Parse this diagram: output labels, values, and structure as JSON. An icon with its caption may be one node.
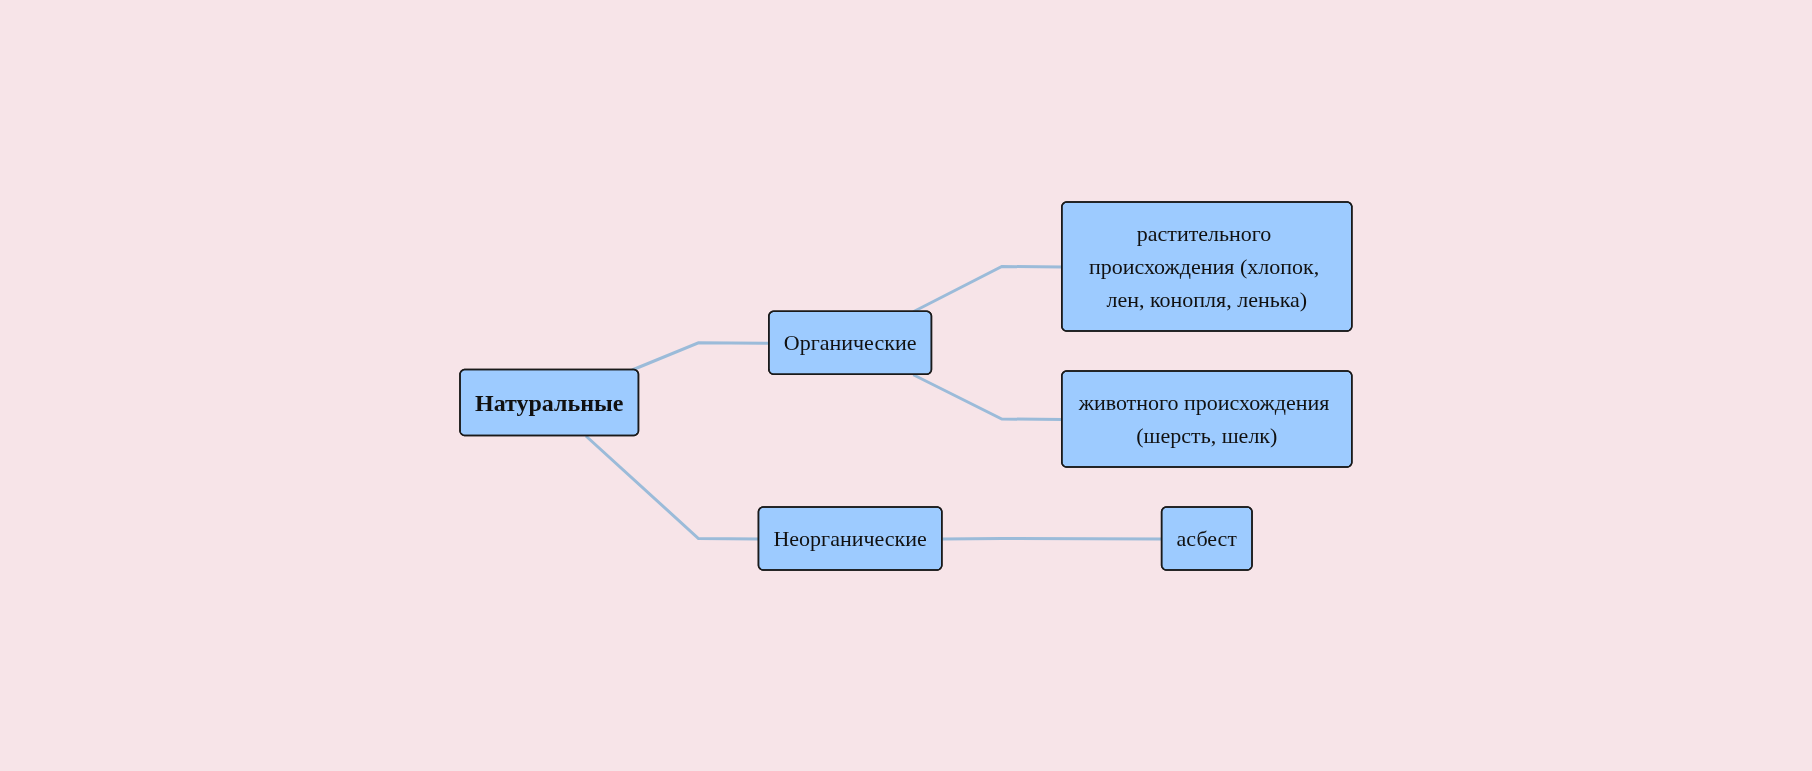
{
  "diagram": {
    "nodes": [
      {
        "text": [
          "Натуральные"
        ]
      },
      {
        "text": [
          "Органические"
        ]
      },
      {
        "text": [
          "Неорганические"
        ]
      },
      {
        "text": [
          "растительного происхождения (хлопок, лен, конопля, ленька)"
        ]
      },
      {
        "text": [
          "животного происхождения (шерсть, шелк)"
        ]
      },
      {
        "text": [
          "асбест"
        ]
      }
    ],
    "edges": [
      {
        "from": 0,
        "to": 1,
        "arrow": "none"
      },
      {
        "from": 0,
        "to": 2,
        "arrow": "none"
      },
      {
        "from": 1,
        "to": 3,
        "arrow": "none"
      },
      {
        "from": 1,
        "to": 4,
        "arrow": "none"
      },
      {
        "from": 2,
        "to": 5,
        "arrow": "none"
      }
    ]
  }
}
